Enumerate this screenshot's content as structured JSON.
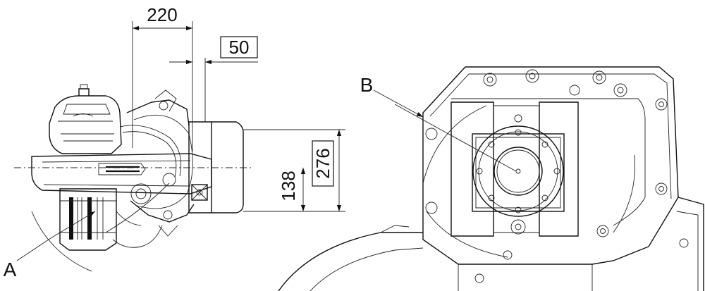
{
  "dimensions": {
    "d220": "220",
    "d50": "50",
    "d276": "276",
    "d138": "138"
  },
  "labels": {
    "a": "A",
    "b": "B"
  },
  "colors": {
    "ink": "#111111",
    "background": "#ffffff"
  }
}
